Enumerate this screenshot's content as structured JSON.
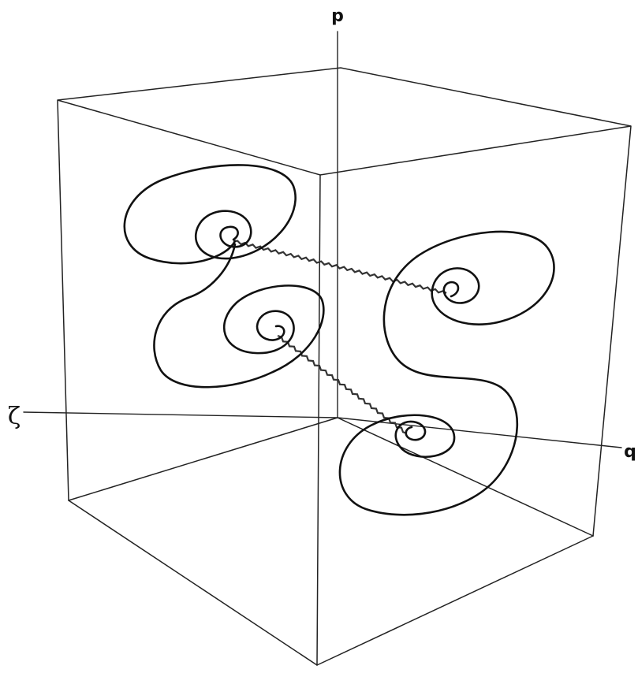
{
  "axes": {
    "p": "p",
    "q": "q",
    "zeta": "ζ"
  },
  "colors": {
    "ink": "#111111",
    "background": "#ffffff"
  }
}
